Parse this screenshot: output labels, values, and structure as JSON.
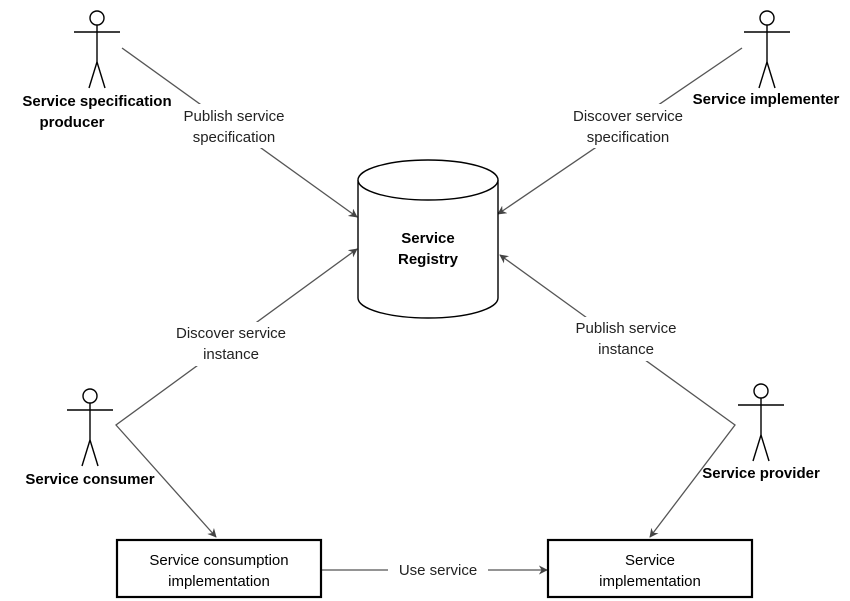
{
  "actors": {
    "spec_producer": {
      "line1": "Service specification",
      "line2": "producer"
    },
    "implementer": {
      "label": "Service implementer"
    },
    "consumer": {
      "label": "Service consumer"
    },
    "provider": {
      "label": "Service provider"
    }
  },
  "registry": {
    "line1": "Service",
    "line2": "Registry"
  },
  "boxes": {
    "consumption": {
      "line1": "Service consumption",
      "line2": "implementation"
    },
    "implementation": {
      "line1": "Service",
      "line2": "implementation"
    }
  },
  "edges": {
    "publish_spec": {
      "line1": "Publish service",
      "line2": "specification"
    },
    "discover_spec": {
      "line1": "Discover service",
      "line2": "specification"
    },
    "discover_instance": {
      "line1": "Discover service",
      "line2": "instance"
    },
    "publish_instance": {
      "line1": "Publish service",
      "line2": "instance"
    },
    "use_service": {
      "label": "Use service"
    }
  },
  "colors": {
    "line": "#555555",
    "text": "#000000",
    "background": "#ffffff"
  }
}
